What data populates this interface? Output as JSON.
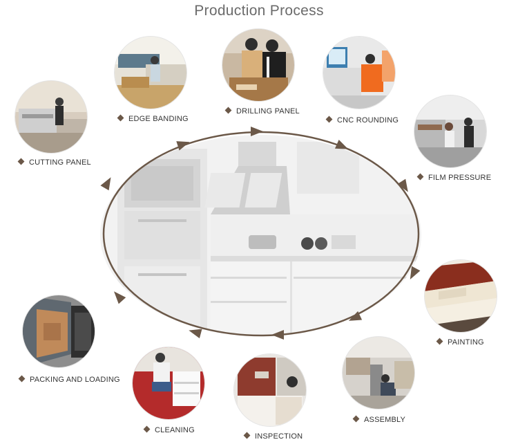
{
  "page": {
    "title": "Production Process"
  },
  "colors": {
    "accent": "#6b5848",
    "title": "#6b6b6b",
    "label": "#333333"
  },
  "steps": [
    {
      "label": "CUTTING PANEL"
    },
    {
      "label": "EDGE BANDING"
    },
    {
      "label": "DRILLING PANEL"
    },
    {
      "label": "CNC ROUNDING"
    },
    {
      "label": "FILM PRESSURE"
    },
    {
      "label": "PAINTING"
    },
    {
      "label": "ASSEMBLY"
    },
    {
      "label": "INSPECTION"
    },
    {
      "label": "CLEANING"
    },
    {
      "label": "PACKING AND LOADING"
    }
  ]
}
